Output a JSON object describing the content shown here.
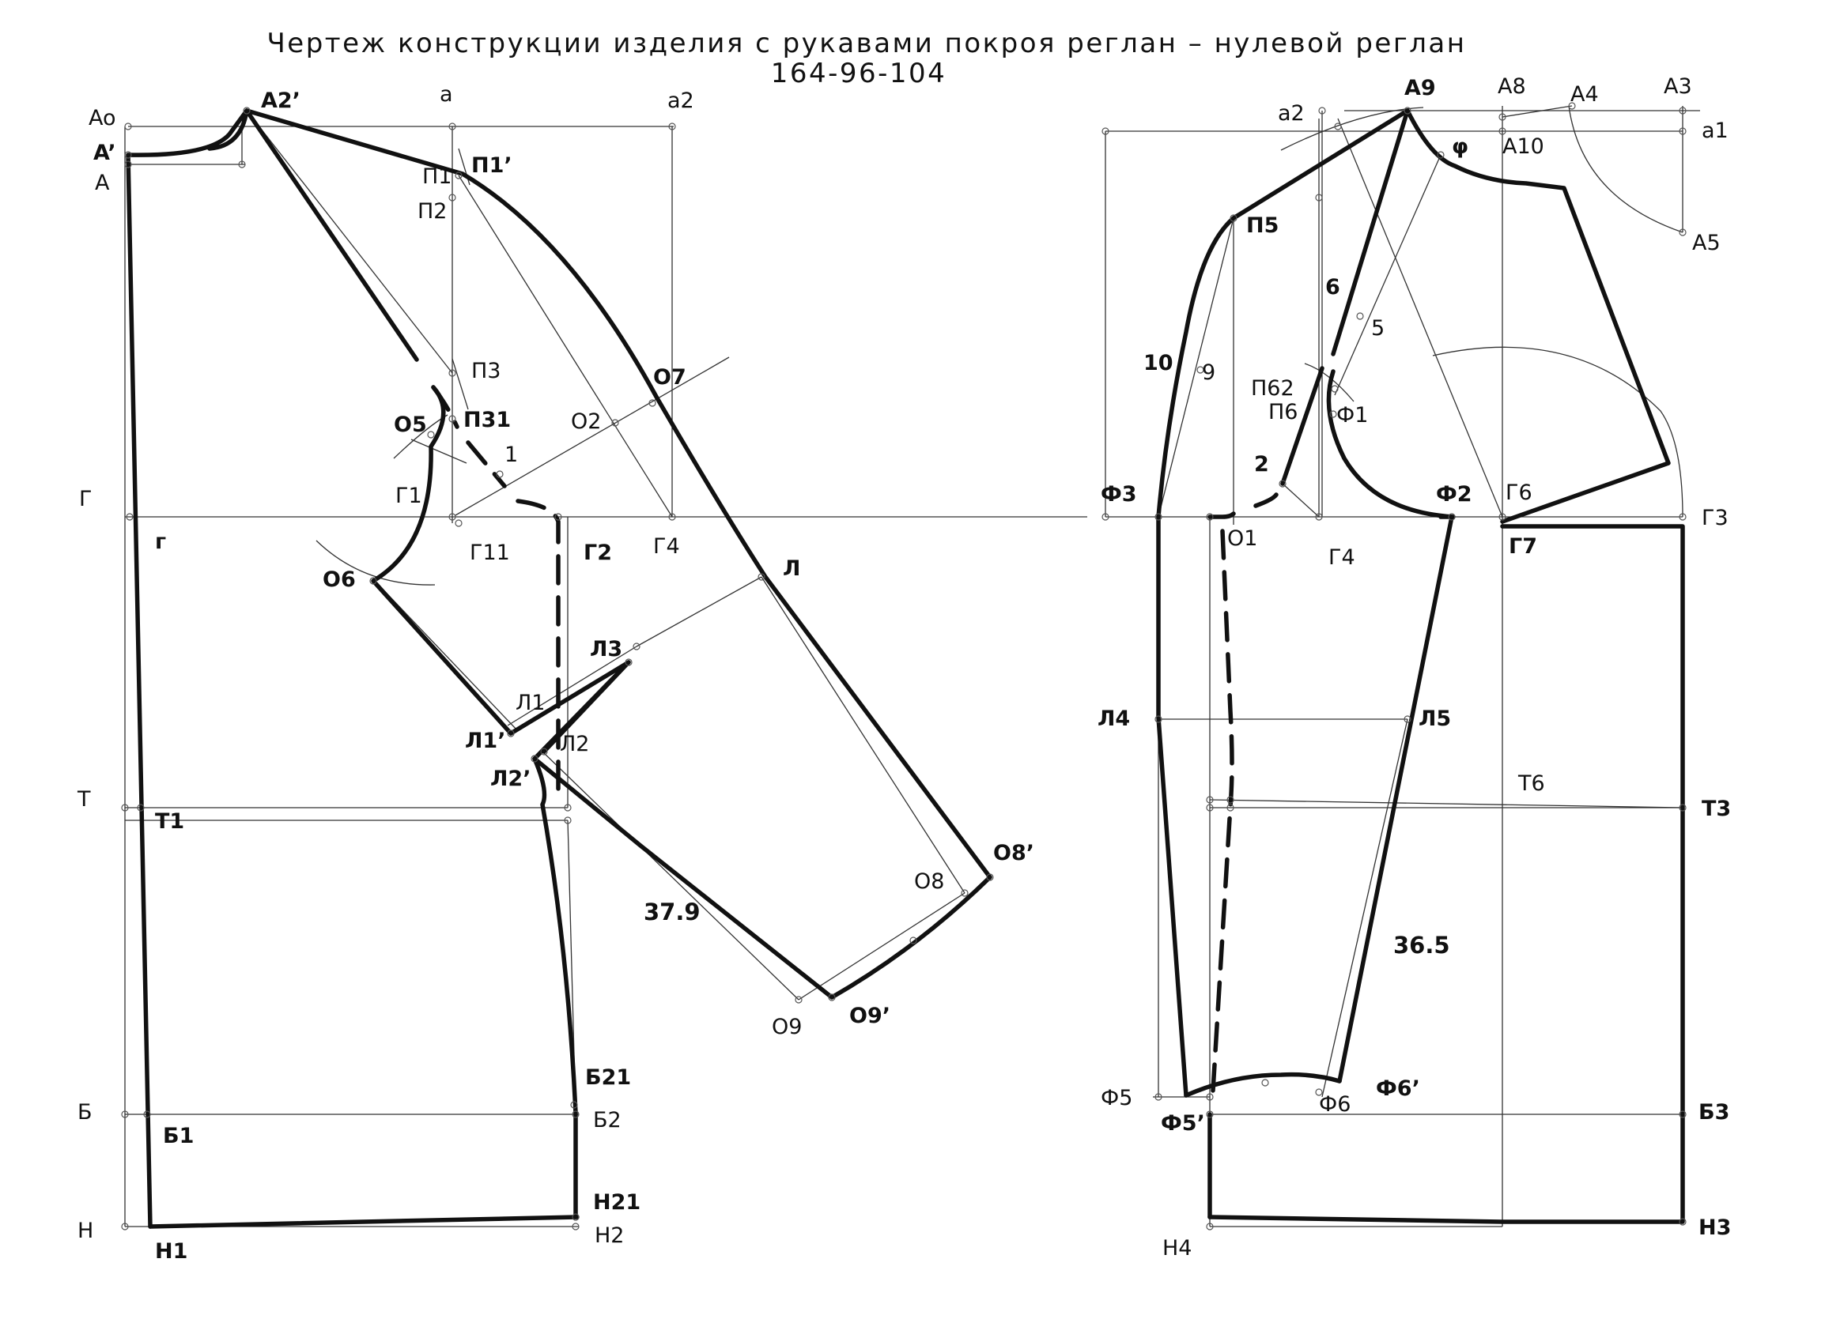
{
  "title": {
    "line1": "Чертеж конструкции изделия с рукавами покроя реглан – нулевой реглан",
    "line2": "164-96-104"
  },
  "back_panel": {
    "labels": {
      "Ao": "Ao",
      "A_prime": "A’",
      "A": "A",
      "A2_prime": "A2’",
      "a": "a",
      "a2": "a2",
      "P1": "П1",
      "P1_prime": "П1’",
      "P2": "П2",
      "P3": "П3",
      "P31": "П31",
      "O5": "О5",
      "one": "1",
      "O2": "O2",
      "O7": "О7",
      "G_axis": "Г",
      "G_line": "г",
      "G1": "Г1",
      "G11": "Г11",
      "G2": "Г2",
      "G4": "Г4",
      "O6": "О6",
      "L": "Л",
      "L3": "Л3",
      "L1": "Л1",
      "L1_prime": "Л1’",
      "L2": "Л2",
      "L2_prime": "Л2’",
      "T": "Т",
      "T1": "Т1",
      "O8": "O8",
      "O8_prime": "О8’",
      "O9": "O9",
      "O9_prime": "О9’",
      "B21": "Б21",
      "B": "Б",
      "B1": "Б1",
      "B2": "Б2",
      "H21": "Н21",
      "H": "Н",
      "H1": "Н1",
      "H2": "Н2"
    },
    "sleeve_length": "37.9"
  },
  "front_panel": {
    "labels": {
      "a2": "a2",
      "A9": "А9",
      "A8": "A8",
      "A4": "A4",
      "A3": "A3",
      "a1": "a1",
      "phi": "φ",
      "A10": "A10",
      "P5": "П5",
      "A5": "A5",
      "six": "6",
      "five": "5",
      "ten": "10",
      "nine": "9",
      "P62": "П62",
      "P6": "П6",
      "Phi1": "Ф1",
      "two": "2",
      "Phi3": "Ф3",
      "O1": "O1",
      "Phi2": "Ф2",
      "G6": "Г6",
      "G3": "Г3",
      "G4": "Г4",
      "G7": "Г7",
      "L4": "Л4",
      "L5": "Л5",
      "T6": "Т6",
      "T3": "Т3",
      "Phi5": "Ф5",
      "Phi6": "Ф6",
      "Phi6_prime": "Ф6’",
      "Phi5_prime": "Ф5’",
      "B3": "Б3",
      "H4": "Н4",
      "H3": "Н3"
    },
    "sleeve_length": "36.5"
  }
}
